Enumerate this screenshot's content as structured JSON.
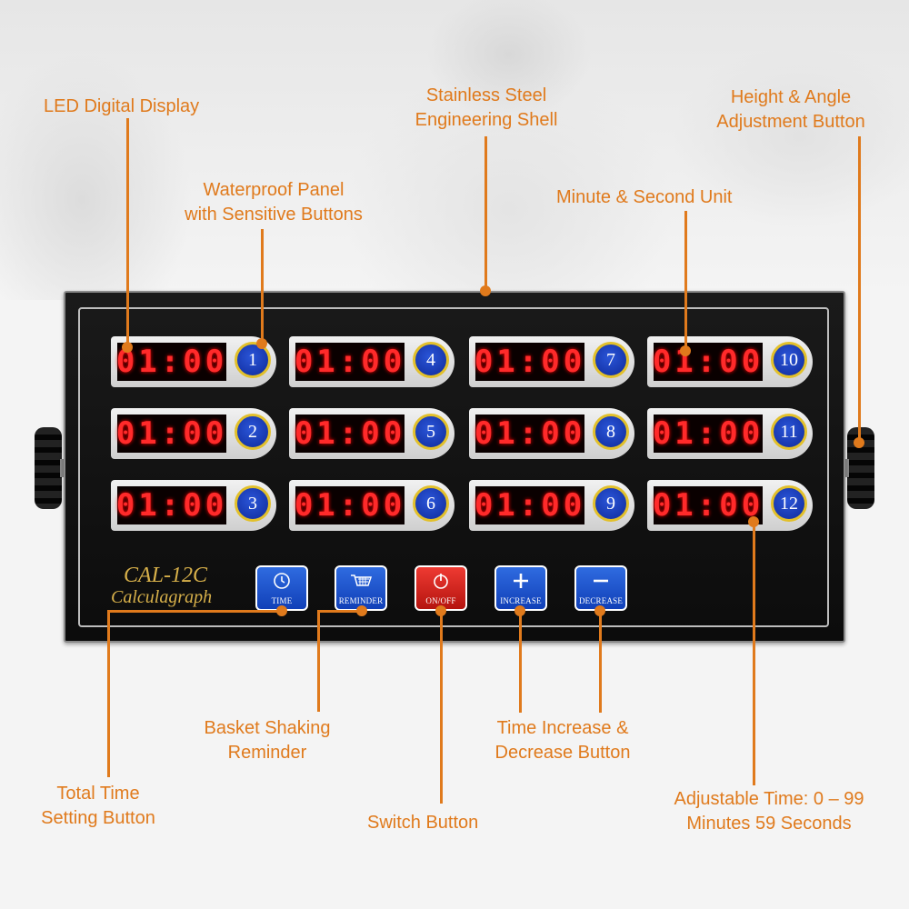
{
  "labels": {
    "led_display": "LED Digital Display",
    "shell_line1": "Stainless Steel",
    "shell_line2": "Engineering Shell",
    "height_line1": "Height & Angle",
    "height_line2": "Adjustment Button",
    "panel_line1": "Waterproof Panel",
    "panel_line2": "with Sensitive Buttons",
    "minute_unit": "Minute & Second Unit",
    "basket_line1": "Basket Shaking",
    "basket_line2": "Reminder",
    "incdec_line1": "Time Increase &",
    "incdec_line2": "Decrease Button",
    "total_line1": "Total Time",
    "total_line2": "Setting Button",
    "switch": "Switch Button",
    "adjust_line1": "Adjustable Time: 0 – 99",
    "adjust_line2": "Minutes 59 Seconds"
  },
  "brand": {
    "model": "CAL-12C",
    "name": "Calculagraph"
  },
  "timers": [
    {
      "number": "1",
      "display": "01:00"
    },
    {
      "number": "2",
      "display": "01:00"
    },
    {
      "number": "3",
      "display": "01:00"
    },
    {
      "number": "4",
      "display": "01:00"
    },
    {
      "number": "5",
      "display": "01:00"
    },
    {
      "number": "6",
      "display": "01:00"
    },
    {
      "number": "7",
      "display": "01:00"
    },
    {
      "number": "8",
      "display": "01:00"
    },
    {
      "number": "9",
      "display": "01:00"
    },
    {
      "number": "10",
      "display": "01:00"
    },
    {
      "number": "11",
      "display": "01:00"
    },
    {
      "number": "12",
      "display": "01:00"
    }
  ],
  "buttons": {
    "time": "TIME",
    "reminder": "REMINDER",
    "onoff": "ON/OFF",
    "increase": "INCREASE",
    "decrease": "DECREASE"
  },
  "icons": {
    "time": "clock-icon",
    "reminder": "basket-icon",
    "onoff": "power-icon",
    "increase": "plus-icon",
    "decrease": "minus-icon"
  },
  "colors": {
    "callout": "#e07a1c",
    "led": "#ff2a2a",
    "button_blue": "#1f55cc",
    "button_red": "#d42019",
    "number_ring": "#e2c02a",
    "brand_gold": "#d7b04a"
  }
}
